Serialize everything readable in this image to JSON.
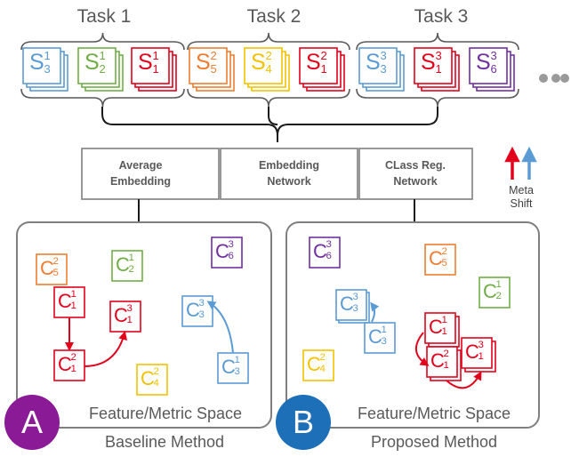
{
  "tasks": [
    {
      "title": "Task 1",
      "samples": [
        {
          "letter": "S",
          "sup": "1",
          "sub": "3",
          "color": "blue"
        },
        {
          "letter": "S",
          "sup": "1",
          "sub": "2",
          "color": "green"
        },
        {
          "letter": "S",
          "sup": "1",
          "sub": "1",
          "color": "red"
        }
      ]
    },
    {
      "title": "Task 2",
      "samples": [
        {
          "letter": "S",
          "sup": "2",
          "sub": "5",
          "color": "orange"
        },
        {
          "letter": "S",
          "sup": "2",
          "sub": "4",
          "color": "yellow"
        },
        {
          "letter": "S",
          "sup": "2",
          "sub": "1",
          "color": "red"
        }
      ]
    },
    {
      "title": "Task 3",
      "samples": [
        {
          "letter": "S",
          "sup": "3",
          "sub": "3",
          "color": "blue"
        },
        {
          "letter": "S",
          "sup": "3",
          "sub": "1",
          "color": "red"
        },
        {
          "letter": "S",
          "sup": "3",
          "sub": "6",
          "color": "purple"
        }
      ]
    }
  ],
  "network_boxes": {
    "average_embedding": [
      "Average",
      "Embedding"
    ],
    "embedding_network": [
      "Embedding",
      "Network"
    ],
    "class_reg_network": [
      "CLass Reg.",
      "Network"
    ]
  },
  "meta_shift": [
    "Meta",
    "Shift"
  ],
  "panels": {
    "baseline": {
      "badge": "A",
      "space_label": "Feature/Metric Space",
      "method_label": "Baseline Method",
      "centroids": [
        {
          "sup": "2",
          "sub": "5",
          "color": "orange"
        },
        {
          "sup": "1",
          "sub": "2",
          "color": "green"
        },
        {
          "sup": "3",
          "sub": "6",
          "color": "purple"
        },
        {
          "sup": "1",
          "sub": "1",
          "color": "red"
        },
        {
          "sup": "3",
          "sub": "1",
          "color": "red"
        },
        {
          "sup": "3",
          "sub": "3",
          "color": "blue"
        },
        {
          "sup": "2",
          "sub": "1",
          "color": "red"
        },
        {
          "sup": "2",
          "sub": "4",
          "color": "yellow"
        },
        {
          "sup": "1",
          "sub": "3",
          "color": "blue"
        }
      ]
    },
    "proposed": {
      "badge": "B",
      "space_label": "Feature/Metric Space",
      "method_label": "Proposed Method",
      "centroids": [
        {
          "sup": "3",
          "sub": "6",
          "color": "purple"
        },
        {
          "sup": "2",
          "sub": "5",
          "color": "orange"
        },
        {
          "sup": "1",
          "sub": "2",
          "color": "green"
        },
        {
          "sup": "3",
          "sub": "3",
          "color": "blue"
        },
        {
          "sup": "1",
          "sub": "3",
          "color": "blue"
        },
        {
          "sup": "1",
          "sub": "1",
          "color": "red"
        },
        {
          "sup": "2",
          "sub": "4",
          "color": "yellow"
        },
        {
          "sup": "2",
          "sub": "1",
          "color": "red"
        },
        {
          "sup": "3",
          "sub": "1",
          "color": "red"
        }
      ]
    }
  },
  "centroid_letter": "C",
  "colors": {
    "blue": "#5b9bd5",
    "green": "#70ad47",
    "red": "#e3001b",
    "orange": "#ed7d31",
    "yellow": "#f2c200",
    "purple": "#7030a0",
    "gray": "#595959",
    "badge_a": "#8b1a96",
    "badge_b": "#1d6fb8"
  }
}
